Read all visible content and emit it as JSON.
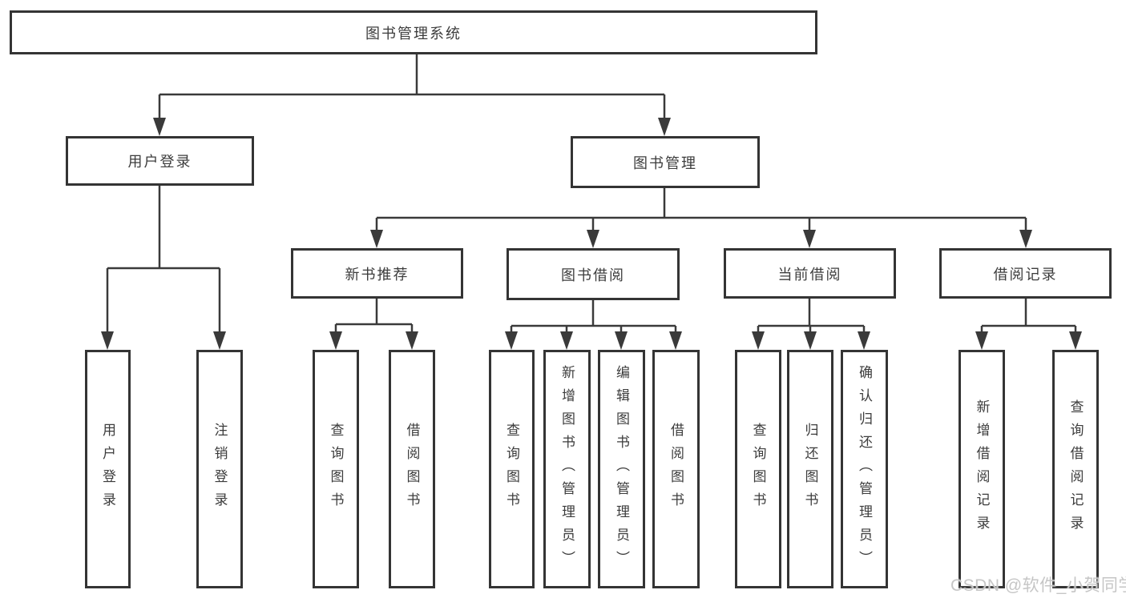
{
  "tree": {
    "root": "图书管理系统",
    "branches": [
      {
        "label": "用户登录",
        "children": [
          "用户登录",
          "注销登录"
        ]
      },
      {
        "label": "图书管理",
        "groups": [
          {
            "label": "新书推荐",
            "children": [
              "查询图书",
              "借阅图书"
            ]
          },
          {
            "label": "图书借阅",
            "children": [
              "查询图书",
              "新增图书（管理员）",
              "编辑图书（管理员）",
              "借阅图书"
            ]
          },
          {
            "label": "当前借阅",
            "children": [
              "查询图书",
              "归还图书",
              "确认归还（管理员）"
            ]
          },
          {
            "label": "借阅记录",
            "children": [
              "新增借阅记录",
              "查询借阅记录"
            ]
          }
        ]
      }
    ]
  },
  "watermark": "CSDN @软件_小贺同学",
  "colors": {
    "line": "#3a3a3a",
    "border": "#343434",
    "text": "#3c3c3c",
    "watermark_text": "#c6c6c6",
    "background": "#ffffff"
  }
}
